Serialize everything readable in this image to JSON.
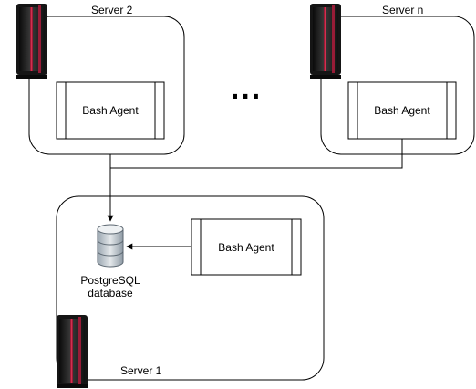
{
  "servers": {
    "server_2": {
      "label": "Server 2"
    },
    "server_n": {
      "label": "Server n"
    },
    "server_1": {
      "label": "Server 1"
    }
  },
  "agents": {
    "agent_server_2": {
      "label": "Bash Agent"
    },
    "agent_server_n": {
      "label": "Bash Agent"
    },
    "agent_server_1": {
      "label": "Bash Agent"
    }
  },
  "database": {
    "line1": "PostgreSQL",
    "line2": "database"
  },
  "ellipsis": "..."
}
